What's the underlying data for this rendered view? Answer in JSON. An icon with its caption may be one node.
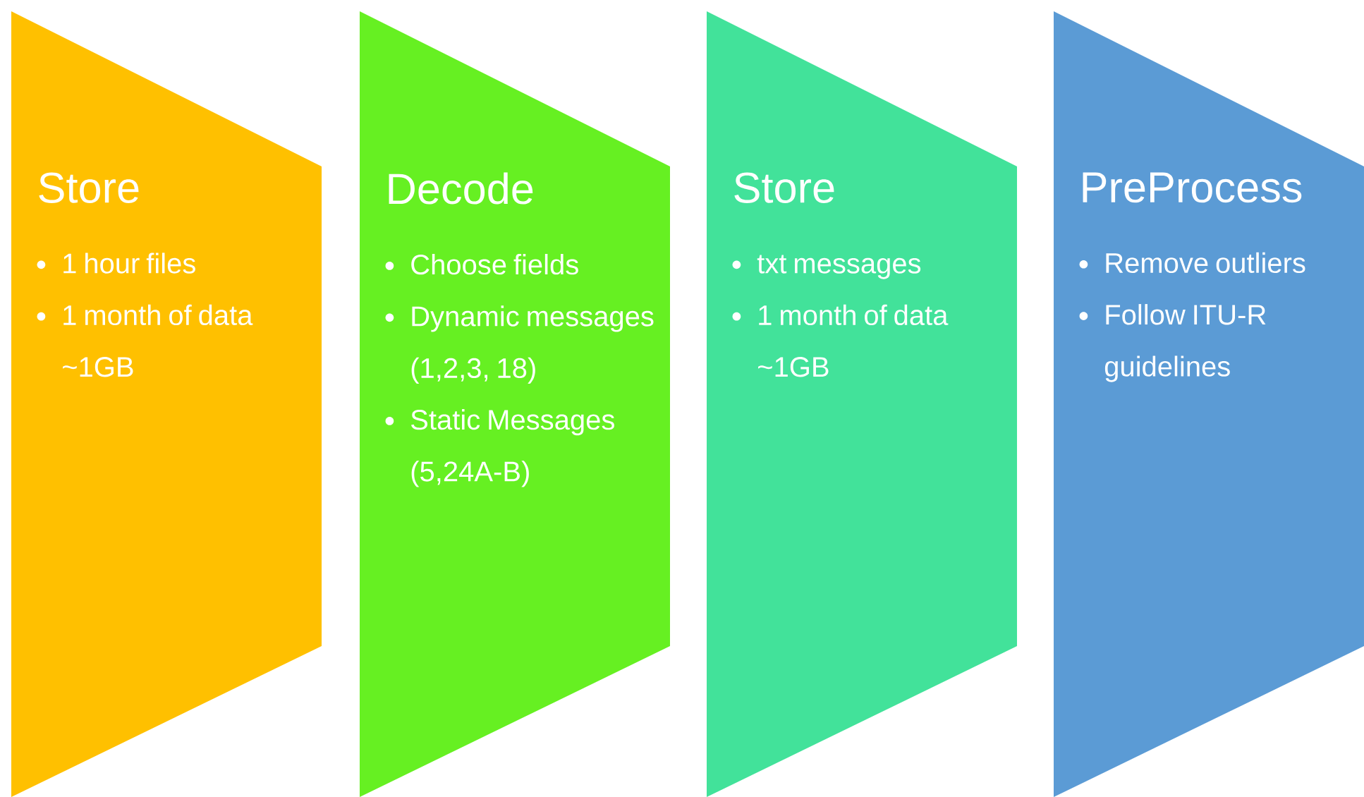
{
  "diagram": {
    "nodes": [
      {
        "text": [
          "Store",
          "1 hour files",
          "1 month of data ~1GB"
        ]
      },
      {
        "text": [
          "Decode",
          "Choose fields",
          "Dynamic messages (1,2,3, 18)",
          "Static Messages (5,24A-B)"
        ]
      },
      {
        "text": [
          "Store",
          "txt messages",
          "1 month of data ~1GB"
        ]
      },
      {
        "text": [
          "PreProcess",
          "Remove outliers",
          "Follow ITU-R guidelines"
        ]
      }
    ]
  }
}
